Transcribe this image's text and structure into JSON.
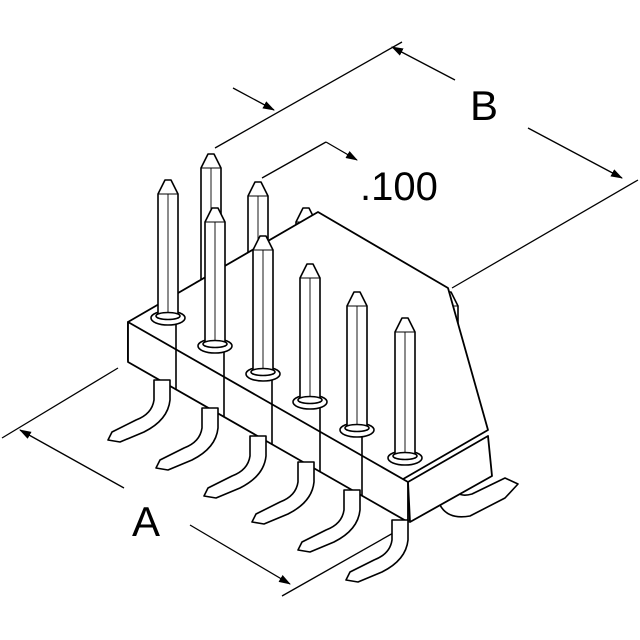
{
  "labels": {
    "dim_b": "B",
    "pitch": ".100",
    "dim_a": "A"
  },
  "colors": {
    "line": "#000000",
    "background": "#ffffff"
  }
}
